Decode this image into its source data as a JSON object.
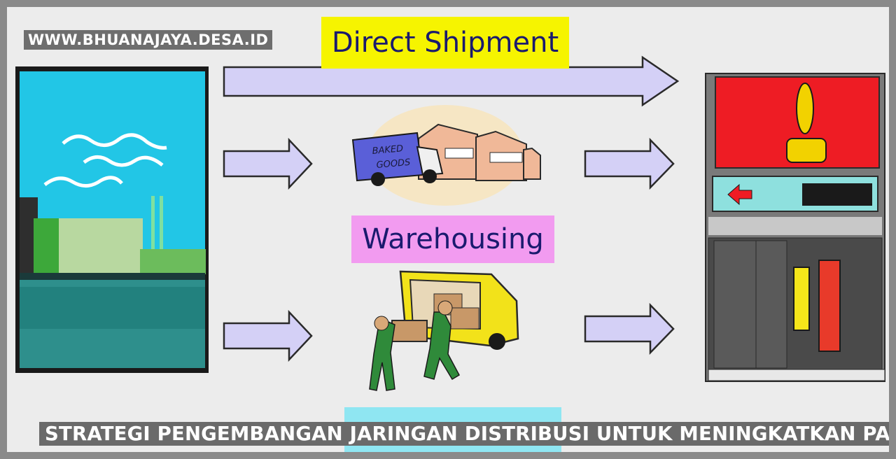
{
  "watermark": "WWW.BHUANAJAYA.DESA.ID",
  "labels": {
    "direct_shipment": "Direct Shipment",
    "warehousing": "Warehousing"
  },
  "truck_text": {
    "line1": "BAKED",
    "line2": "GOODS"
  },
  "caption": "STRATEGI PENGEMBANGAN JARINGAN DISTRIBUSI UNTUK MENINGKATKAN PASAR UMKM",
  "colors": {
    "arrow_fill": "#d4d0f6",
    "direct_label_bg": "#f6f400",
    "warehousing_label_bg": "#f29bf0",
    "store_sign_red": "#ee1c24",
    "factory_sky": "#1ec8e8"
  }
}
